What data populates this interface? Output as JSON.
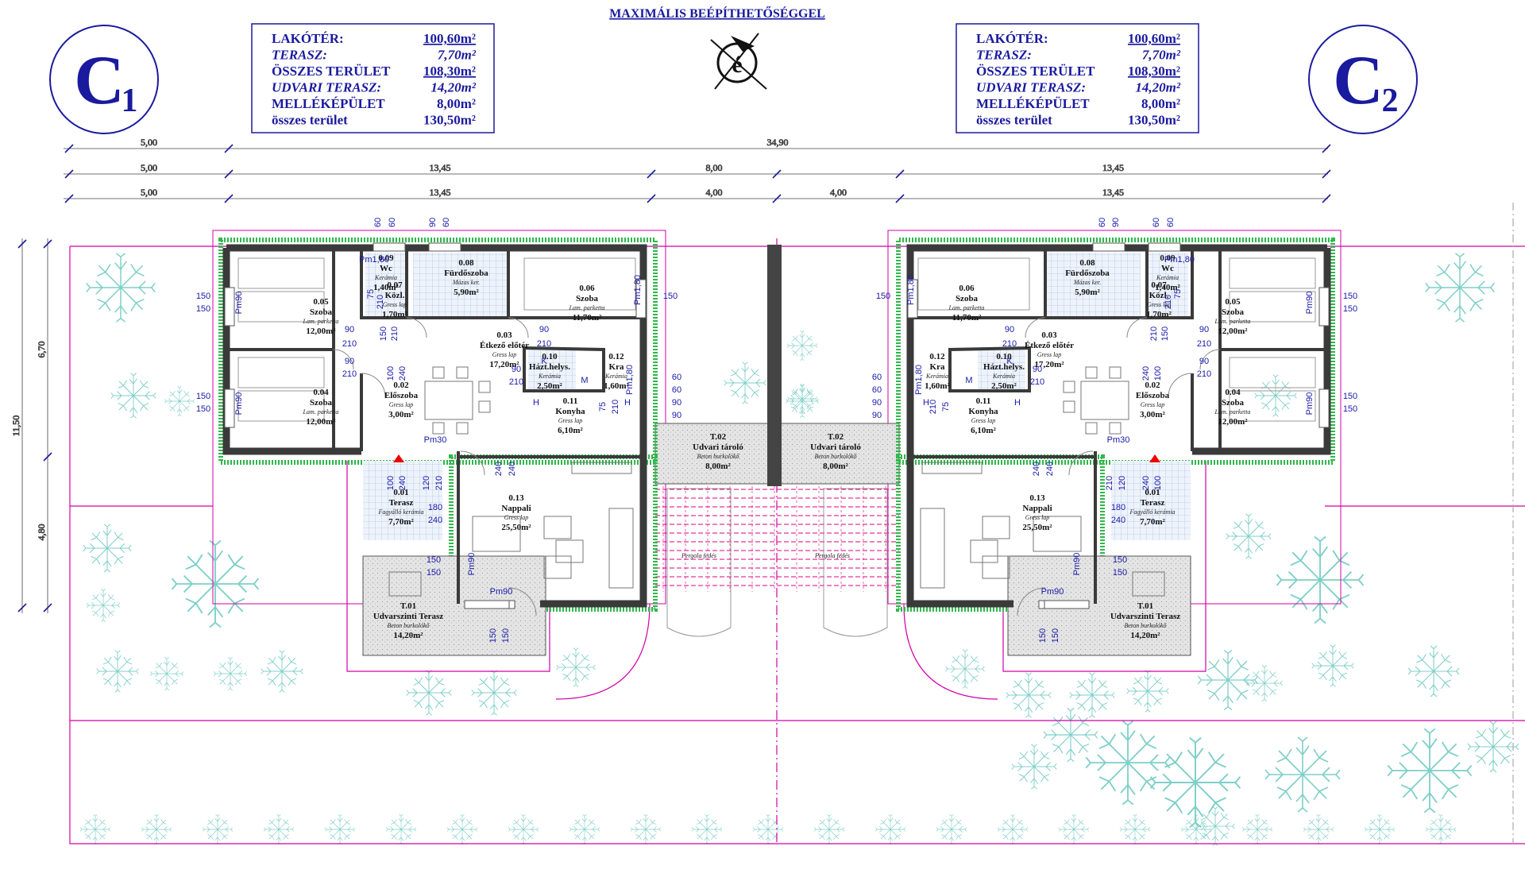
{
  "header": {
    "title": "MAXIMÁLIS BEÉPÍTHETŐSÉGGEL"
  },
  "units": {
    "left": {
      "label": "C",
      "sub": "1"
    },
    "right": {
      "label": "C",
      "sub": "2"
    }
  },
  "area_table": [
    {
      "label": "LAKÓTÉR:",
      "value": "100,60m²",
      "italic": false,
      "underline": true
    },
    {
      "label": "TERASZ:",
      "value": "7,70m²",
      "italic": true,
      "underline": false
    },
    {
      "label": "ÖSSZES TERÜLET",
      "value": "108,30m²",
      "italic": false,
      "underline": true
    },
    {
      "label": "UDVARI TERASZ:",
      "value": "14,20m²",
      "italic": true,
      "underline": false
    },
    {
      "label": "MELLÉKÉPÜLET",
      "value": "8,00m²",
      "italic": false,
      "underline": false
    },
    {
      "label": "összes terület",
      "value": "130,50m²",
      "italic": false,
      "underline": false
    }
  ],
  "dimensions": {
    "row1": [
      "5,00",
      "34,90"
    ],
    "row2": [
      "5,00",
      "13,45",
      "8,00",
      "13,45"
    ],
    "row3": [
      "5,00",
      "13,45",
      "4,00",
      "4,00",
      "13,45"
    ],
    "vertical_outer": "11,50",
    "vertical_a": "6,70",
    "vertical_b": "4,80"
  },
  "rooms": {
    "r005": {
      "num": "0.05",
      "name": "Szoba",
      "floor": "Lam. parketta",
      "area": "12,00m²"
    },
    "r004": {
      "num": "0.04",
      "name": "Szoba",
      "floor": "Lam. parketta",
      "area": "12,00m²"
    },
    "r006": {
      "num": "0.06",
      "name": "Szoba",
      "floor": "Lam. parketta",
      "area": "11,70m²"
    },
    "r008": {
      "num": "0.08",
      "name": "Fürdőszoba",
      "floor": "Mázas ker.",
      "area": "5,90m²"
    },
    "r009": {
      "num": "0.09",
      "name": "Wc",
      "floor": "Kerámia",
      "area": "1,40m²"
    },
    "r007": {
      "num": "0.07",
      "name": "Közl.",
      "floor": "Gress lap",
      "area": "1,70m²"
    },
    "r003": {
      "num": "0.03",
      "name": "Étkező előtér",
      "floor": "Gress lap",
      "area": "17,20m²"
    },
    "r010": {
      "num": "0.10",
      "name": "Házt.helys.",
      "floor": "Kerámia",
      "area": "2,50m²"
    },
    "r012": {
      "num": "0.12",
      "name": "Kra",
      "floor": "Kerámia",
      "area": "1,60m²"
    },
    "r011": {
      "num": "0.11",
      "name": "Konyha",
      "floor": "Gress lap",
      "area": "6,10m²"
    },
    "r002": {
      "num": "0.02",
      "name": "Előszoba",
      "floor": "Gress lap",
      "area": "3,00m²"
    },
    "r001": {
      "num": "0.01",
      "name": "Terasz",
      "floor": "Fagyálló kerámia",
      "area": "7,70m²"
    },
    "r013": {
      "num": "0.13",
      "name": "Nappali",
      "floor": "Gress lap",
      "area": "25,50m²"
    },
    "t01": {
      "num": "T.01",
      "name": "Udvarszinti Terasz",
      "floor": "Beton burkolókő",
      "area": "14,20m²"
    },
    "t02": {
      "num": "T.02",
      "name": "Udvari tároló",
      "floor": "Beton burkolókő",
      "area": "8,00m²"
    }
  },
  "pergola_label": "Pergola fedés",
  "openings": {
    "pm90": "Pm90",
    "pm180": "Pm1,80",
    "pm30": "Pm30",
    "w60": "60",
    "w90": "90",
    "w150": "150",
    "w210": "210",
    "w240": "240",
    "w120": "120",
    "w100": "100",
    "w75": "75",
    "w180": "180"
  },
  "appliances": {
    "k": "K",
    "m": "M",
    "h": "H"
  },
  "north_mark": "é",
  "colors": {
    "ink": "#1a1a9e",
    "wall": "#3a3a3a",
    "lot": "#d400a8",
    "tree": "#7ecfc8",
    "hatch": "#b9c8f0",
    "grass": "#2fb84a"
  }
}
